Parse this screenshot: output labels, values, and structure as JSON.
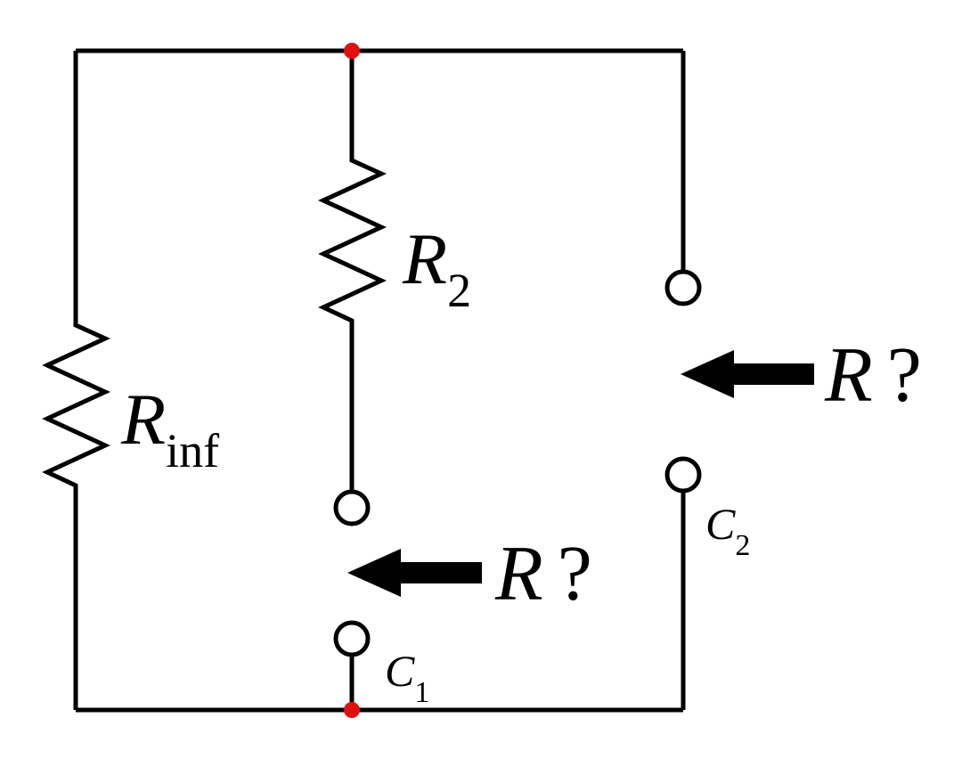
{
  "colors": {
    "wire": "#000000",
    "node": "#e01010",
    "background": "#ffffff"
  },
  "labels": {
    "r_inf": {
      "main": "R",
      "sub": "inf"
    },
    "r_2": {
      "main": "R",
      "sub": "2"
    },
    "switch_c1": {
      "main": "C",
      "sub": "1"
    },
    "switch_c2": {
      "main": "C",
      "sub": "2"
    },
    "query_lower": {
      "main": "R",
      "mark": "?"
    },
    "query_right": {
      "main": "R",
      "mark": "?"
    }
  }
}
